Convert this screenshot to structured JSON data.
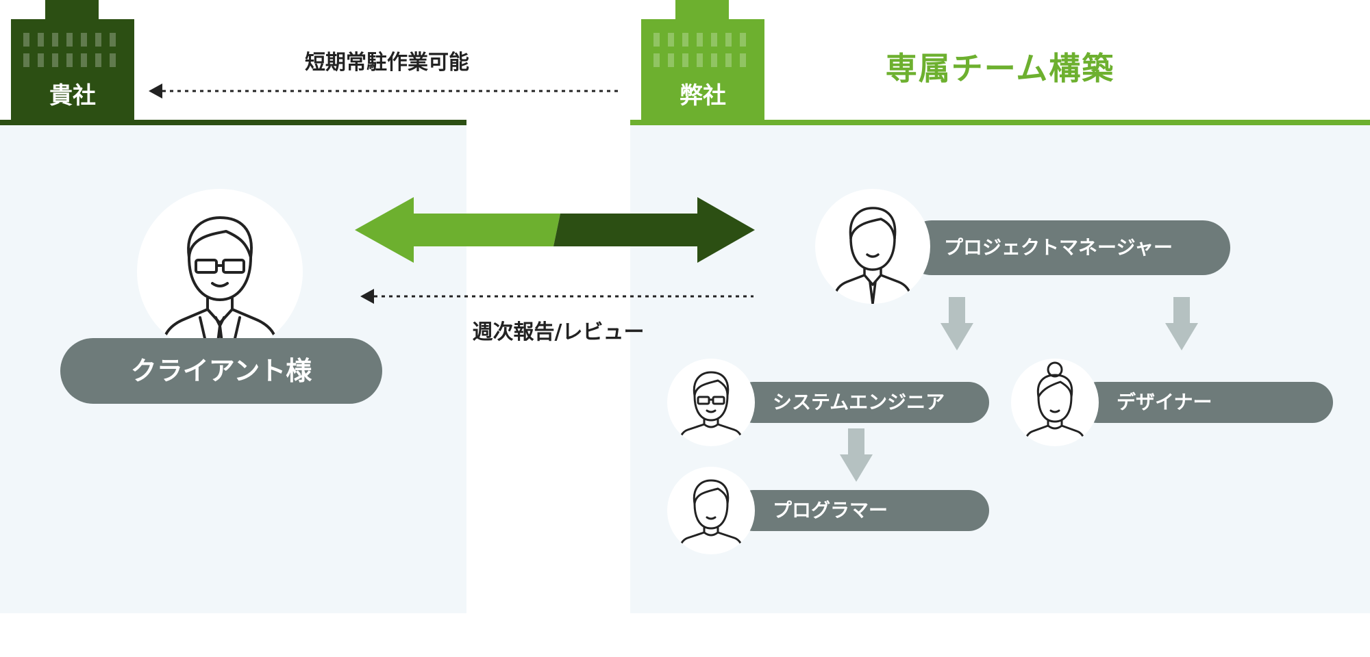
{
  "client": {
    "building_label": "貴社",
    "person_label": "クライアント様"
  },
  "our_company": {
    "building_label": "弊社",
    "team_title": "専属チーム構築"
  },
  "connections": {
    "onsite_label": "短期常駐作業可能",
    "report_label": "週次報告/レビュー"
  },
  "team": {
    "project_manager": "プロジェクトマネージャー",
    "system_engineer": "システムエンジニア",
    "designer": "デザイナー",
    "programmer": "プログラマー"
  },
  "colors": {
    "dark_green": "#2c4f13",
    "light_green": "#6db02f",
    "pill_gray": "#6e7b7a",
    "arrow_gray": "#b5c1c1",
    "panel_bg": "#f2f7fa"
  }
}
